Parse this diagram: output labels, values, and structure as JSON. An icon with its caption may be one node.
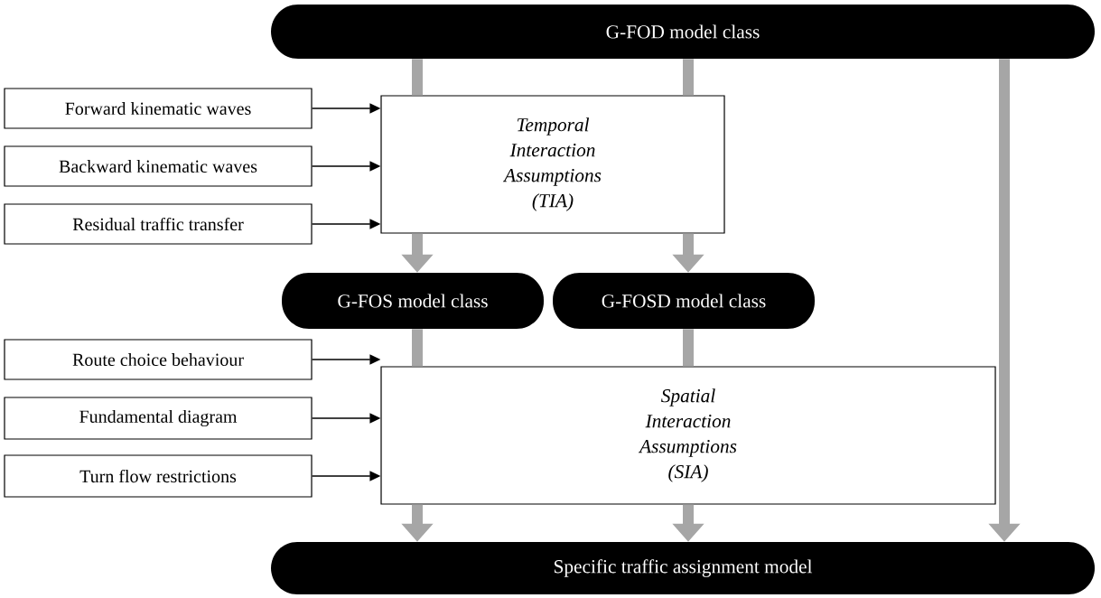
{
  "diagram": {
    "nodes": [
      {
        "text": [
          "G-FOD model class"
        ]
      },
      {
        "text": [
          "Forward kinematic waves"
        ]
      },
      {
        "text": [
          "Backward kinematic waves"
        ]
      },
      {
        "text": [
          "Residual traffic transfer"
        ]
      },
      {
        "text": [
          "Temporal Interaction Assumptions (TIA)"
        ]
      },
      {
        "text": [
          "G-FOS model class"
        ]
      },
      {
        "text": [
          "G-FOSD model class"
        ]
      },
      {
        "text": [
          "Route choice behaviour"
        ]
      },
      {
        "text": [
          "Fundamental diagram"
        ]
      },
      {
        "text": [
          "Turn flow restrictions"
        ]
      },
      {
        "text": [
          "Spatial Interaction Assumptions (SIA)"
        ]
      },
      {
        "text": [
          "Specific traffic assignment model"
        ]
      }
    ],
    "edges": [
      {
        "from": 1,
        "to": 4,
        "arrow": "to",
        "color": "#000000"
      },
      {
        "from": 2,
        "to": 4,
        "arrow": "to",
        "color": "#000000"
      },
      {
        "from": 3,
        "to": 4,
        "arrow": "to",
        "color": "#000000"
      },
      {
        "from": 0,
        "to": 4,
        "arrow": "none"
      },
      {
        "from": 0,
        "to": 4,
        "arrow": "none"
      },
      {
        "from": 0,
        "to": 11,
        "arrow": "to"
      },
      {
        "from": 4,
        "to": 5,
        "arrow": "to"
      },
      {
        "from": 4,
        "to": 6,
        "arrow": "to"
      },
      {
        "from": 7,
        "to": 10,
        "arrow": "to",
        "color": "#000000"
      },
      {
        "from": 8,
        "to": 10,
        "arrow": "to",
        "color": "#000000"
      },
      {
        "from": 9,
        "to": 10,
        "arrow": "to",
        "color": "#000000"
      },
      {
        "from": 5,
        "to": 10,
        "arrow": "none"
      },
      {
        "from": 6,
        "to": 10,
        "arrow": "none"
      },
      {
        "from": 10,
        "to": 11,
        "arrow": "to"
      },
      {
        "from": 10,
        "to": 11,
        "arrow": "to"
      }
    ]
  }
}
